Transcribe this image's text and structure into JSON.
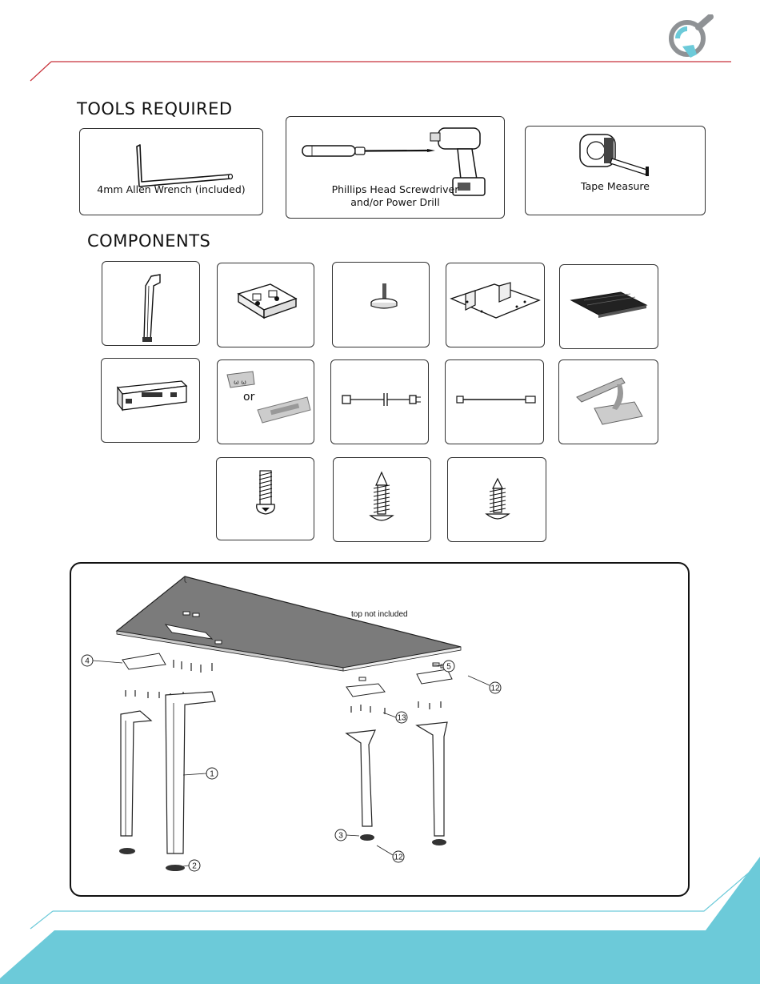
{
  "brand": {
    "accent": "#c8323a",
    "teal": "#6ccad9",
    "logo_gray": "#8f9295"
  },
  "sections": {
    "tools_title": "TOOLS REQUIRED",
    "components_title": "COMPONENTS"
  },
  "tools": [
    {
      "icon": "allen-wrench-icon",
      "label": "4mm Allen Wrench (included)"
    },
    {
      "icon": "screwdriver-drill-icon",
      "label_line1": "Phillips Head Screwdriver",
      "label_line2": "and/or Power Drill"
    },
    {
      "icon": "tape-measure-icon",
      "label": "Tape Measure"
    }
  ],
  "components": {
    "row1": [
      "leg-icon",
      "spacer-block-icon",
      "leveling-foot-icon",
      "mounting-bracket-icon",
      "cable-tray-icon"
    ],
    "row2": [
      "control-box-icon",
      "control-handset-icon",
      "power-cord-icon",
      "extension-cable-icon",
      "cable-clip-icon"
    ],
    "row2_or": "or",
    "row3": [
      "machine-bolt-icon",
      "wood-screw-large-icon",
      "wood-screw-small-icon"
    ]
  },
  "assembly": {
    "note": "top not included",
    "callouts": [
      "1",
      "2",
      "3",
      "4",
      "5",
      "12",
      "12",
      "13"
    ]
  }
}
